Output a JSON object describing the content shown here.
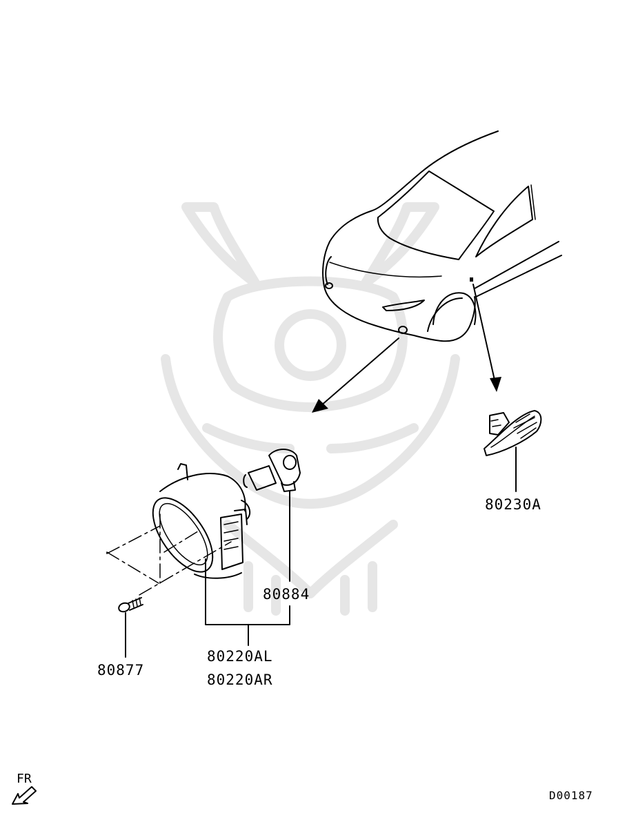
{
  "parts": [
    {
      "id": "fog-lamp-assembly",
      "labels": [
        "80220AL",
        "80220AR"
      ]
    },
    {
      "id": "fog-lamp-bulb",
      "labels": [
        "80884"
      ]
    },
    {
      "id": "fog-lamp-screw",
      "labels": [
        "80877"
      ]
    },
    {
      "id": "side-turn-lamp",
      "labels": [
        "80230A"
      ]
    }
  ],
  "direction_indicator": "FR",
  "diagram_code": "D00187"
}
